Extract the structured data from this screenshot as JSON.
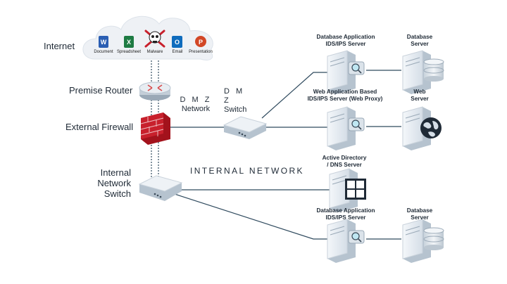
{
  "left_labels": {
    "internet": "Internet",
    "premise_router": "Premise Router",
    "external_firewall": "External Firewall",
    "internal_switch": [
      "Internal",
      "Network",
      "Switch"
    ]
  },
  "cloud_apps": [
    "Document",
    "Spreadsheet",
    "Malware",
    "Email",
    "Presentation"
  ],
  "dmz_network": [
    "D M Z",
    "Network"
  ],
  "dmz_switch": [
    "D M Z",
    "Switch"
  ],
  "internal_network": "INTERNAL NETWORK",
  "servers": {
    "db_app_ids_1": [
      "Database Application",
      "IDS/IPS Server"
    ],
    "db_server_1": [
      "Database",
      "Server"
    ],
    "web_app_ids": [
      "Web Application Based",
      "IDS/IPS Server (Web Proxy)"
    ],
    "web_server": [
      "Web",
      "Server"
    ],
    "active_directory": [
      "Active Directory",
      "/ DNS Server"
    ],
    "db_app_ids_2": [
      "Database Application",
      "IDS/IPS Server"
    ],
    "db_server_2": [
      "Database",
      "Server"
    ]
  },
  "colors": {
    "line": "#2f4a5e",
    "server_body": "#e8edf2",
    "server_side": "#b6c3cf",
    "firewall": "#c8202c",
    "cloud": "#eef1f5"
  }
}
